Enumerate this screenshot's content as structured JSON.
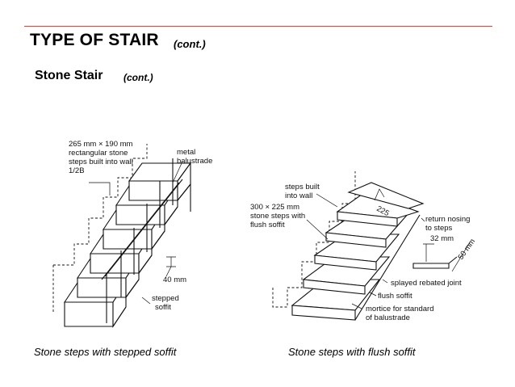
{
  "header": {
    "title": "TYPE OF STAIR",
    "title_suffix": "(cont.)",
    "subtitle": "Stone Stair",
    "subtitle_suffix": "(cont.)"
  },
  "figure_left": {
    "labels": {
      "stone_line1": "265 mm × 190 mm",
      "stone_line2": "rectangular stone",
      "stone_line3": "steps built into wall",
      "stone_line4": "1/2B",
      "metal_line1": "metal",
      "metal_line2": "balustrade",
      "dim": "40 mm",
      "stepped_line1": "stepped",
      "stepped_line2": "soffit"
    },
    "caption": "Stone steps with stepped soffit"
  },
  "figure_right": {
    "labels": {
      "built_line1": "steps built",
      "built_line2": "into wall",
      "size_line1": "300 × 225 mm",
      "size_line2": "stone steps with",
      "size_line3": "flush soffit",
      "tread": "225",
      "return_line1": "return nosing",
      "return_line2": "to steps",
      "dim32": "32 mm",
      "dim50": "50 mm",
      "splayed": "splayed rebated joint",
      "flush": "flush soffit",
      "mortice_line1": "mortice for standard",
      "mortice_line2": "of balustrade"
    },
    "caption": "Stone steps with flush soffit"
  },
  "colors": {
    "accent_rule": "#c0504d",
    "text": "#000000"
  }
}
